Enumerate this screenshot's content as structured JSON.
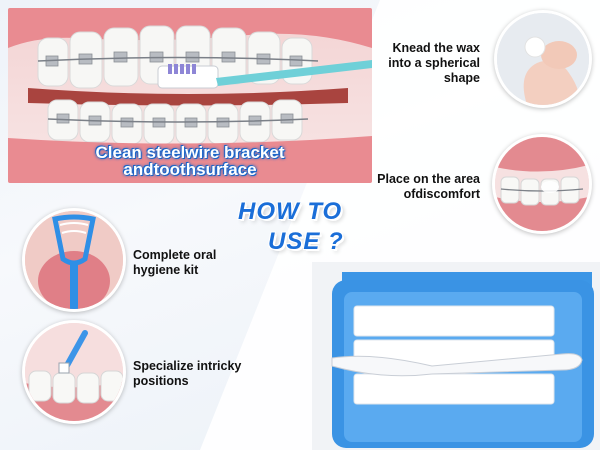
{
  "hero": {
    "caption_line1": "Clean steelwire bracket",
    "caption_line2": "andtoothsurface"
  },
  "steps": {
    "knead": {
      "line1": "Knead the wax",
      "line2": "into a spherical",
      "line3": "shape"
    },
    "place": {
      "line1": "Place on the area",
      "line2": "ofdiscomfort"
    },
    "kit": {
      "line1": "Complete oral",
      "line2": "hygiene kit"
    },
    "positions": {
      "line1": "Specialize intricky",
      "line2": "positions"
    }
  },
  "heading": {
    "line1": "HOW TO",
    "line2": "USE ?"
  },
  "colors": {
    "accent_blue": "#1a6ed8",
    "gum_pink": "#e7898f",
    "box_blue": "#2f8fe6"
  }
}
